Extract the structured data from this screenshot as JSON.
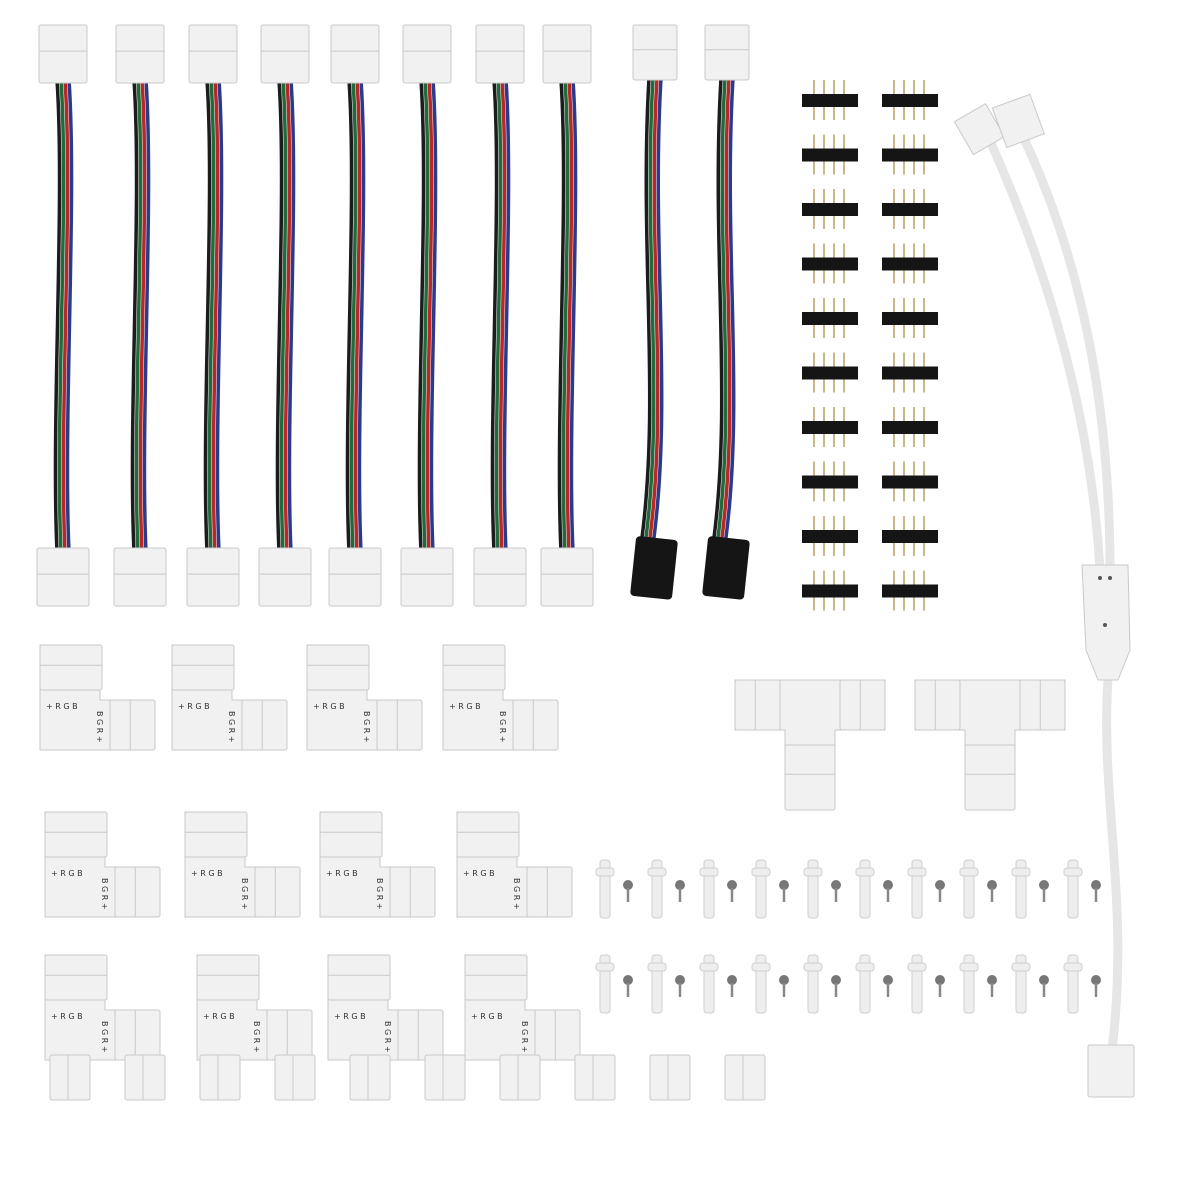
{
  "product": {
    "items": {
      "rgb_extension_cables": 8,
      "rgb_cables_with_female_connector": 2,
      "pin_headers": 20,
      "y_splitter_cables": 1,
      "l_connectors": 12,
      "t_connectors": 2,
      "mounting_clips": 20,
      "screws": 20,
      "gapless_connectors": 10
    },
    "l_connector_label_top": "+ R G B",
    "l_connector_label_side": "B G R +"
  },
  "colors": {
    "background": "#ffffff",
    "connector_white": "#f1f1f1",
    "connector_shadow": "#c9c9c9",
    "wire_black": "#1c1c1c",
    "wire_green": "#1f6b3a",
    "wire_red": "#b82828",
    "wire_blue": "#2a3a8c",
    "header_black": "#151515",
    "pin_gold": "#c9b98a"
  }
}
